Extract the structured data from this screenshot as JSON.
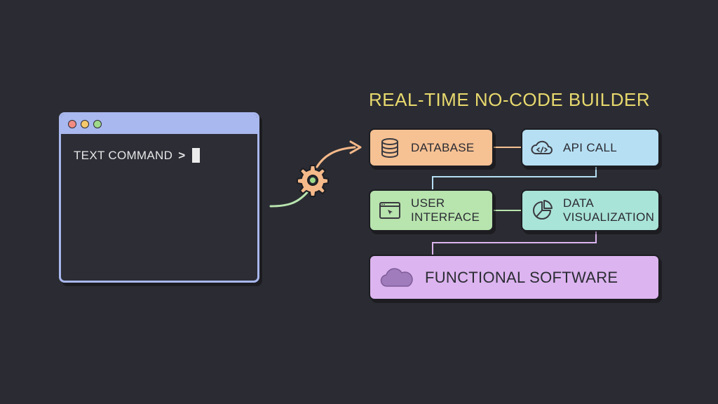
{
  "terminal": {
    "command": "TEXT COMMAND",
    "caret": ">",
    "dots": [
      "#f28b82",
      "#f5c86b",
      "#9fd98a"
    ]
  },
  "builder": {
    "title": "REAL-TIME NO-CODE BUILDER",
    "nodes": {
      "database": {
        "label": "DATABASE",
        "icon": "database-icon",
        "color": "#f6c193"
      },
      "api_call": {
        "label": "API CALL",
        "icon": "cloud-code-icon",
        "color": "#b6dff3"
      },
      "user_interface": {
        "label_line1": "USER",
        "label_line2": "INTERFACE",
        "icon": "browser-window-icon",
        "color": "#b8e4ae"
      },
      "data_visualization": {
        "label_line1": "DATA",
        "label_line2": "VISUALIZATION",
        "icon": "pie-chart-icon",
        "color": "#a9e4d8"
      },
      "functional_software": {
        "label": "FUNCTIONAL SOFTWARE",
        "icon": "cloud-icon",
        "color": "#dcb4ef"
      }
    }
  },
  "connector": {
    "icon": "gear-icon",
    "color": "#f6b98a"
  }
}
